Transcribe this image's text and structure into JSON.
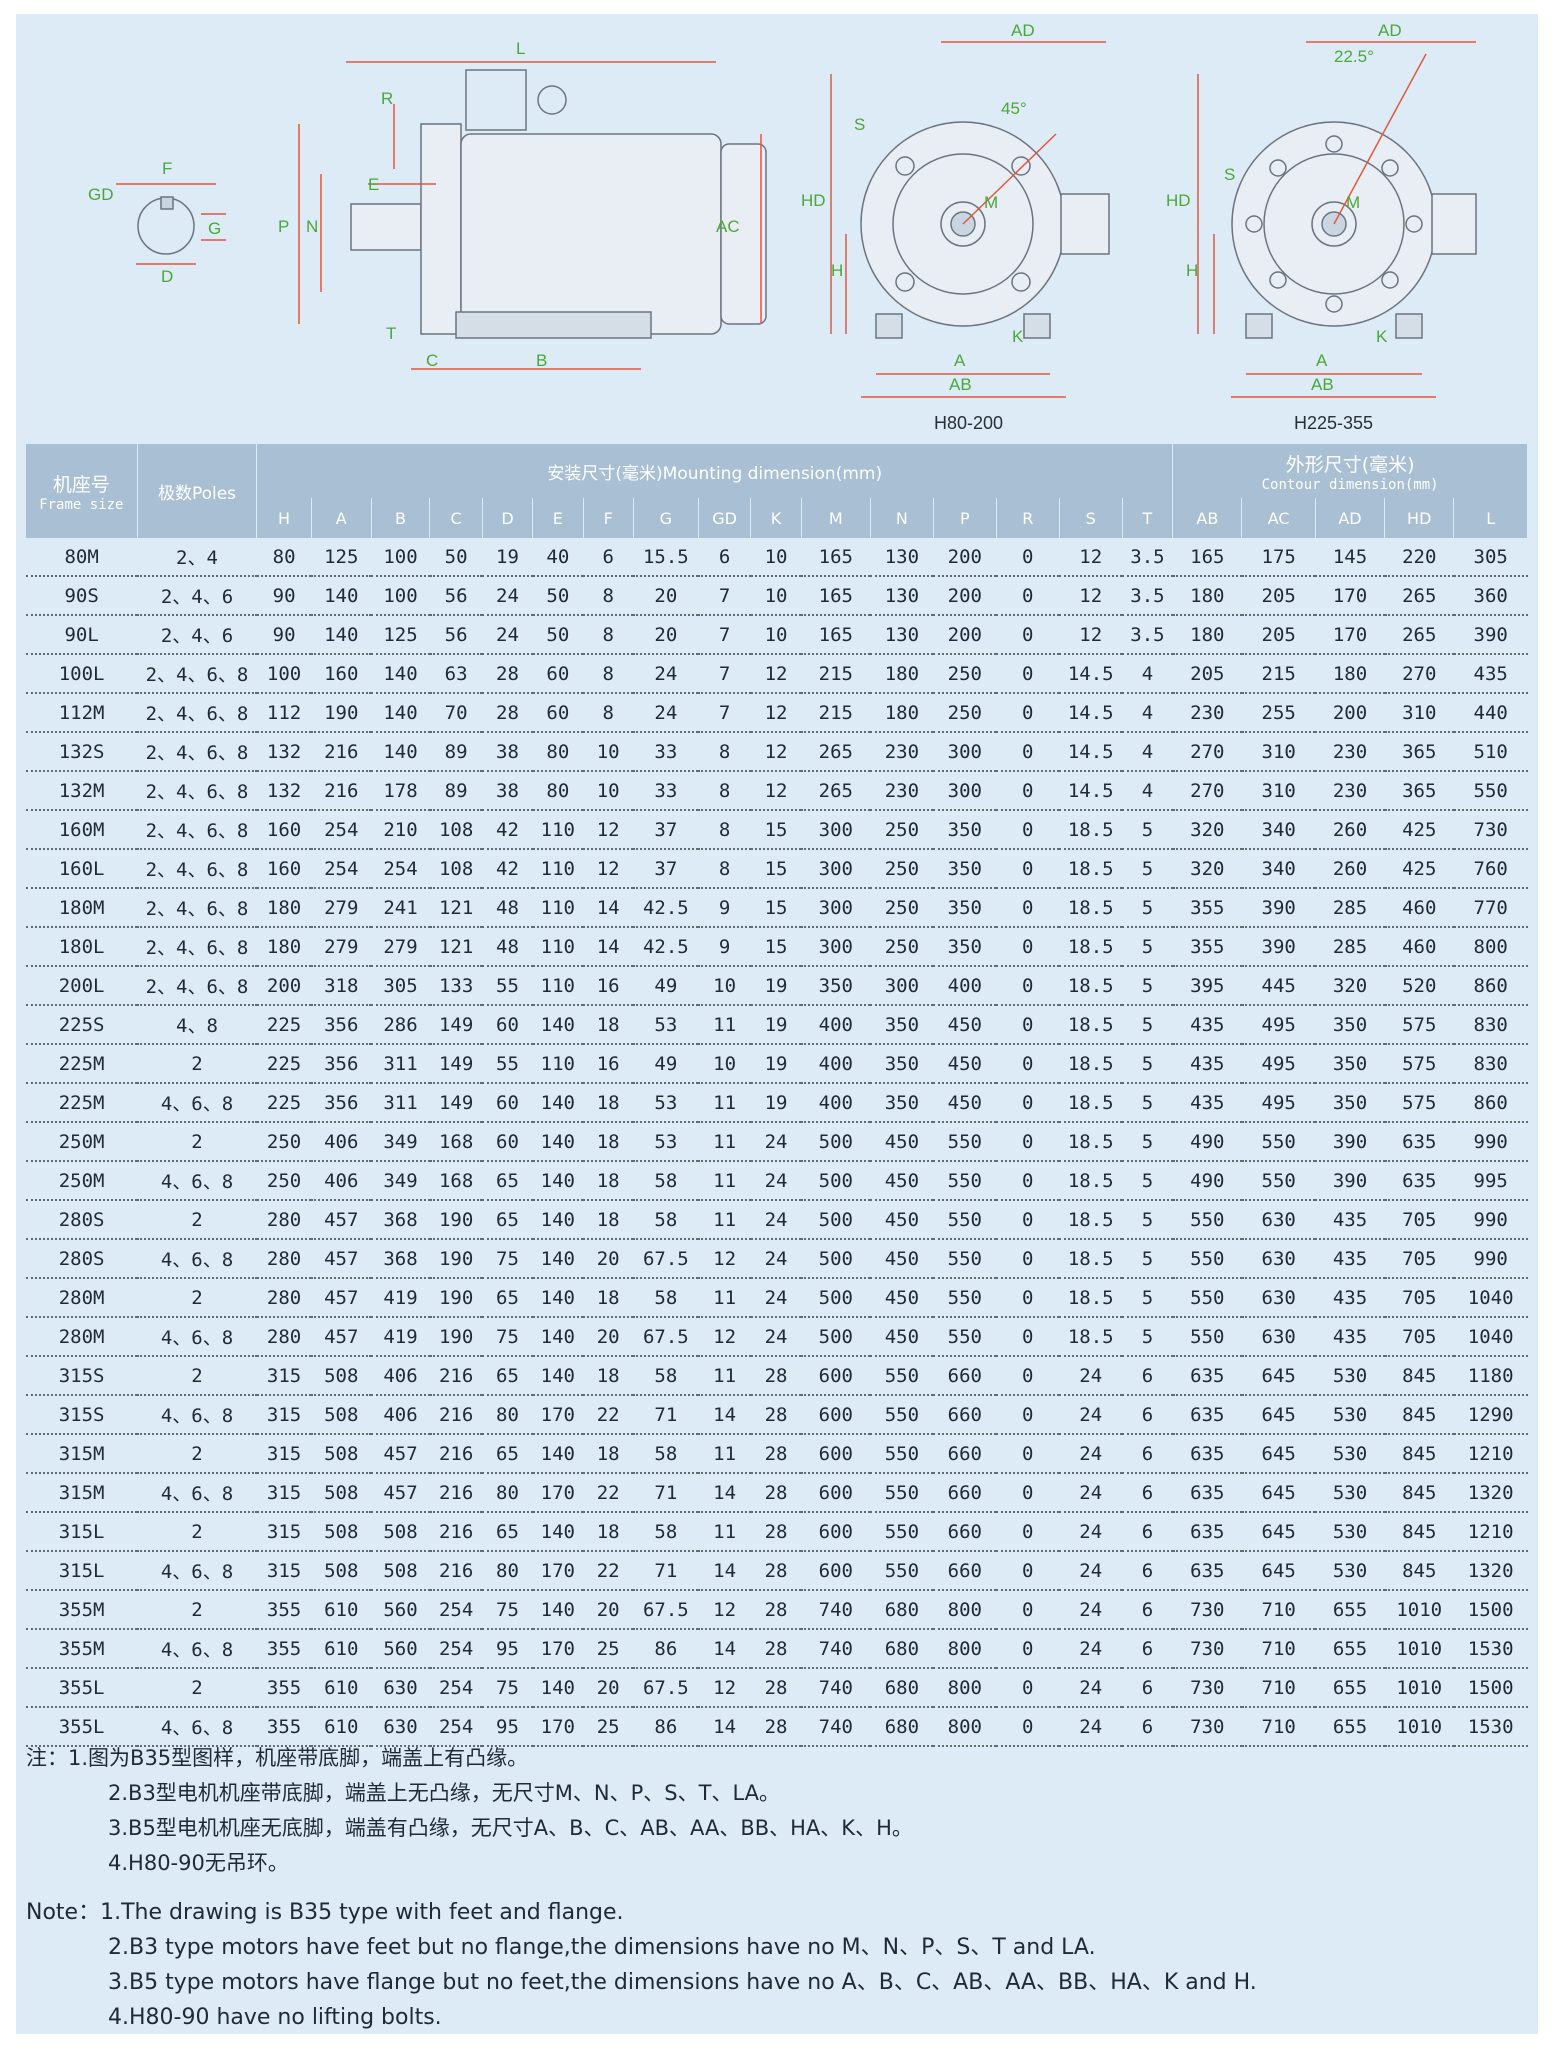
{
  "drawing": {
    "side_labels": [
      "L",
      "R",
      "E",
      "F",
      "GD",
      "G",
      "D",
      "P",
      "N",
      "T",
      "C",
      "B",
      "AC"
    ],
    "front_labels": [
      "AD",
      "45°",
      "S",
      "HD",
      "M",
      "H",
      "A",
      "AB",
      "K"
    ],
    "rear_labels": [
      "AD",
      "22.5°",
      "S",
      "HD",
      "M",
      "H",
      "A",
      "AB",
      "K"
    ],
    "caption_small": "H80-200",
    "caption_large": "H225-355",
    "line_color": "#e1573f",
    "label_color": "#4aa838",
    "bg_color": "#dcebf6"
  },
  "table": {
    "frame_size_zh": "机座号",
    "frame_size_en": "Frame size",
    "poles_label": "极数Poles",
    "mounting_zh": "安装尺寸(毫米)Mounting dimension(mm)",
    "contour_zh": "外形尺寸(毫米)",
    "contour_en": "Contour dimension(mm)",
    "columns": [
      "H",
      "A",
      "B",
      "C",
      "D",
      "E",
      "F",
      "G",
      "GD",
      "K",
      "M",
      "N",
      "P",
      "R",
      "S",
      "T",
      "AB",
      "AC",
      "AD",
      "HD",
      "L"
    ],
    "rows": [
      [
        "80M",
        "2、4",
        "80",
        "125",
        "100",
        "50",
        "19",
        "40",
        "6",
        "15.5",
        "6",
        "10",
        "165",
        "130",
        "200",
        "0",
        "12",
        "3.5",
        "165",
        "175",
        "145",
        "220",
        "305"
      ],
      [
        "90S",
        "2、4、6",
        "90",
        "140",
        "100",
        "56",
        "24",
        "50",
        "8",
        "20",
        "7",
        "10",
        "165",
        "130",
        "200",
        "0",
        "12",
        "3.5",
        "180",
        "205",
        "170",
        "265",
        "360"
      ],
      [
        "90L",
        "2、4、6",
        "90",
        "140",
        "125",
        "56",
        "24",
        "50",
        "8",
        "20",
        "7",
        "10",
        "165",
        "130",
        "200",
        "0",
        "12",
        "3.5",
        "180",
        "205",
        "170",
        "265",
        "390"
      ],
      [
        "100L",
        "2、4、6、8",
        "100",
        "160",
        "140",
        "63",
        "28",
        "60",
        "8",
        "24",
        "7",
        "12",
        "215",
        "180",
        "250",
        "0",
        "14.5",
        "4",
        "205",
        "215",
        "180",
        "270",
        "435"
      ],
      [
        "112M",
        "2、4、6、8",
        "112",
        "190",
        "140",
        "70",
        "28",
        "60",
        "8",
        "24",
        "7",
        "12",
        "215",
        "180",
        "250",
        "0",
        "14.5",
        "4",
        "230",
        "255",
        "200",
        "310",
        "440"
      ],
      [
        "132S",
        "2、4、6、8",
        "132",
        "216",
        "140",
        "89",
        "38",
        "80",
        "10",
        "33",
        "8",
        "12",
        "265",
        "230",
        "300",
        "0",
        "14.5",
        "4",
        "270",
        "310",
        "230",
        "365",
        "510"
      ],
      [
        "132M",
        "2、4、6、8",
        "132",
        "216",
        "178",
        "89",
        "38",
        "80",
        "10",
        "33",
        "8",
        "12",
        "265",
        "230",
        "300",
        "0",
        "14.5",
        "4",
        "270",
        "310",
        "230",
        "365",
        "550"
      ],
      [
        "160M",
        "2、4、6、8",
        "160",
        "254",
        "210",
        "108",
        "42",
        "110",
        "12",
        "37",
        "8",
        "15",
        "300",
        "250",
        "350",
        "0",
        "18.5",
        "5",
        "320",
        "340",
        "260",
        "425",
        "730"
      ],
      [
        "160L",
        "2、4、6、8",
        "160",
        "254",
        "254",
        "108",
        "42",
        "110",
        "12",
        "37",
        "8",
        "15",
        "300",
        "250",
        "350",
        "0",
        "18.5",
        "5",
        "320",
        "340",
        "260",
        "425",
        "760"
      ],
      [
        "180M",
        "2、4、6、8",
        "180",
        "279",
        "241",
        "121",
        "48",
        "110",
        "14",
        "42.5",
        "9",
        "15",
        "300",
        "250",
        "350",
        "0",
        "18.5",
        "5",
        "355",
        "390",
        "285",
        "460",
        "770"
      ],
      [
        "180L",
        "2、4、6、8",
        "180",
        "279",
        "279",
        "121",
        "48",
        "110",
        "14",
        "42.5",
        "9",
        "15",
        "300",
        "250",
        "350",
        "0",
        "18.5",
        "5",
        "355",
        "390",
        "285",
        "460",
        "800"
      ],
      [
        "200L",
        "2、4、6、8",
        "200",
        "318",
        "305",
        "133",
        "55",
        "110",
        "16",
        "49",
        "10",
        "19",
        "350",
        "300",
        "400",
        "0",
        "18.5",
        "5",
        "395",
        "445",
        "320",
        "520",
        "860"
      ],
      [
        "225S",
        "4、8",
        "225",
        "356",
        "286",
        "149",
        "60",
        "140",
        "18",
        "53",
        "11",
        "19",
        "400",
        "350",
        "450",
        "0",
        "18.5",
        "5",
        "435",
        "495",
        "350",
        "575",
        "830"
      ],
      [
        "225M",
        "2",
        "225",
        "356",
        "311",
        "149",
        "55",
        "110",
        "16",
        "49",
        "10",
        "19",
        "400",
        "350",
        "450",
        "0",
        "18.5",
        "5",
        "435",
        "495",
        "350",
        "575",
        "830"
      ],
      [
        "225M",
        "4、6、8",
        "225",
        "356",
        "311",
        "149",
        "60",
        "140",
        "18",
        "53",
        "11",
        "19",
        "400",
        "350",
        "450",
        "0",
        "18.5",
        "5",
        "435",
        "495",
        "350",
        "575",
        "860"
      ],
      [
        "250M",
        "2",
        "250",
        "406",
        "349",
        "168",
        "60",
        "140",
        "18",
        "53",
        "11",
        "24",
        "500",
        "450",
        "550",
        "0",
        "18.5",
        "5",
        "490",
        "550",
        "390",
        "635",
        "990"
      ],
      [
        "250M",
        "4、6、8",
        "250",
        "406",
        "349",
        "168",
        "65",
        "140",
        "18",
        "58",
        "11",
        "24",
        "500",
        "450",
        "550",
        "0",
        "18.5",
        "5",
        "490",
        "550",
        "390",
        "635",
        "995"
      ],
      [
        "280S",
        "2",
        "280",
        "457",
        "368",
        "190",
        "65",
        "140",
        "18",
        "58",
        "11",
        "24",
        "500",
        "450",
        "550",
        "0",
        "18.5",
        "5",
        "550",
        "630",
        "435",
        "705",
        "990"
      ],
      [
        "280S",
        "4、6、8",
        "280",
        "457",
        "368",
        "190",
        "75",
        "140",
        "20",
        "67.5",
        "12",
        "24",
        "500",
        "450",
        "550",
        "0",
        "18.5",
        "5",
        "550",
        "630",
        "435",
        "705",
        "990"
      ],
      [
        "280M",
        "2",
        "280",
        "457",
        "419",
        "190",
        "65",
        "140",
        "18",
        "58",
        "11",
        "24",
        "500",
        "450",
        "550",
        "0",
        "18.5",
        "5",
        "550",
        "630",
        "435",
        "705",
        "1040"
      ],
      [
        "280M",
        "4、6、8",
        "280",
        "457",
        "419",
        "190",
        "75",
        "140",
        "20",
        "67.5",
        "12",
        "24",
        "500",
        "450",
        "550",
        "0",
        "18.5",
        "5",
        "550",
        "630",
        "435",
        "705",
        "1040"
      ],
      [
        "315S",
        "2",
        "315",
        "508",
        "406",
        "216",
        "65",
        "140",
        "18",
        "58",
        "11",
        "28",
        "600",
        "550",
        "660",
        "0",
        "24",
        "6",
        "635",
        "645",
        "530",
        "845",
        "1180"
      ],
      [
        "315S",
        "4、6、8",
        "315",
        "508",
        "406",
        "216",
        "80",
        "170",
        "22",
        "71",
        "14",
        "28",
        "600",
        "550",
        "660",
        "0",
        "24",
        "6",
        "635",
        "645",
        "530",
        "845",
        "1290"
      ],
      [
        "315M",
        "2",
        "315",
        "508",
        "457",
        "216",
        "65",
        "140",
        "18",
        "58",
        "11",
        "28",
        "600",
        "550",
        "660",
        "0",
        "24",
        "6",
        "635",
        "645",
        "530",
        "845",
        "1210"
      ],
      [
        "315M",
        "4、6、8",
        "315",
        "508",
        "457",
        "216",
        "80",
        "170",
        "22",
        "71",
        "14",
        "28",
        "600",
        "550",
        "660",
        "0",
        "24",
        "6",
        "635",
        "645",
        "530",
        "845",
        "1320"
      ],
      [
        "315L",
        "2",
        "315",
        "508",
        "508",
        "216",
        "65",
        "140",
        "18",
        "58",
        "11",
        "28",
        "600",
        "550",
        "660",
        "0",
        "24",
        "6",
        "635",
        "645",
        "530",
        "845",
        "1210"
      ],
      [
        "315L",
        "4、6、8",
        "315",
        "508",
        "508",
        "216",
        "80",
        "170",
        "22",
        "71",
        "14",
        "28",
        "600",
        "550",
        "660",
        "0",
        "24",
        "6",
        "635",
        "645",
        "530",
        "845",
        "1320"
      ],
      [
        "355M",
        "2",
        "355",
        "610",
        "560",
        "254",
        "75",
        "140",
        "20",
        "67.5",
        "12",
        "28",
        "740",
        "680",
        "800",
        "0",
        "24",
        "6",
        "730",
        "710",
        "655",
        "1010",
        "1500"
      ],
      [
        "355M",
        "4、6、8",
        "355",
        "610",
        "560",
        "254",
        "95",
        "170",
        "25",
        "86",
        "14",
        "28",
        "740",
        "680",
        "800",
        "0",
        "24",
        "6",
        "730",
        "710",
        "655",
        "1010",
        "1530"
      ],
      [
        "355L",
        "2",
        "355",
        "610",
        "630",
        "254",
        "75",
        "140",
        "20",
        "67.5",
        "12",
        "28",
        "740",
        "680",
        "800",
        "0",
        "24",
        "6",
        "730",
        "710",
        "655",
        "1010",
        "1500"
      ],
      [
        "355L",
        "4、6、8",
        "355",
        "610",
        "630",
        "254",
        "95",
        "170",
        "25",
        "86",
        "14",
        "28",
        "740",
        "680",
        "800",
        "0",
        "24",
        "6",
        "730",
        "710",
        "655",
        "1010",
        "1530"
      ]
    ]
  },
  "notes_zh": {
    "prefix": "注：",
    "items": [
      "1.图为B35型图样，机座带底脚，端盖上有凸缘。",
      "2.B3型电机机座带底脚，端盖上无凸缘，无尺寸M、N、P、S、T、LA。",
      "3.B5型电机机座无底脚，端盖有凸缘，无尺寸A、B、C、AB、AA、BB、HA、K、H。",
      "4.H80-90无吊环。"
    ]
  },
  "notes_en": {
    "prefix": "Note：",
    "items": [
      "1.The drawing is B35 type with feet and flange.",
      "2.B3 type motors have feet but no flange,the dimensions have no M、N、P、S、T and LA.",
      "3.B5 type motors have flange but no feet,the dimensions have no A、B、C、AB、AA、BB、HA、K and H.",
      "4.H80-90 have no lifting bolts."
    ]
  }
}
